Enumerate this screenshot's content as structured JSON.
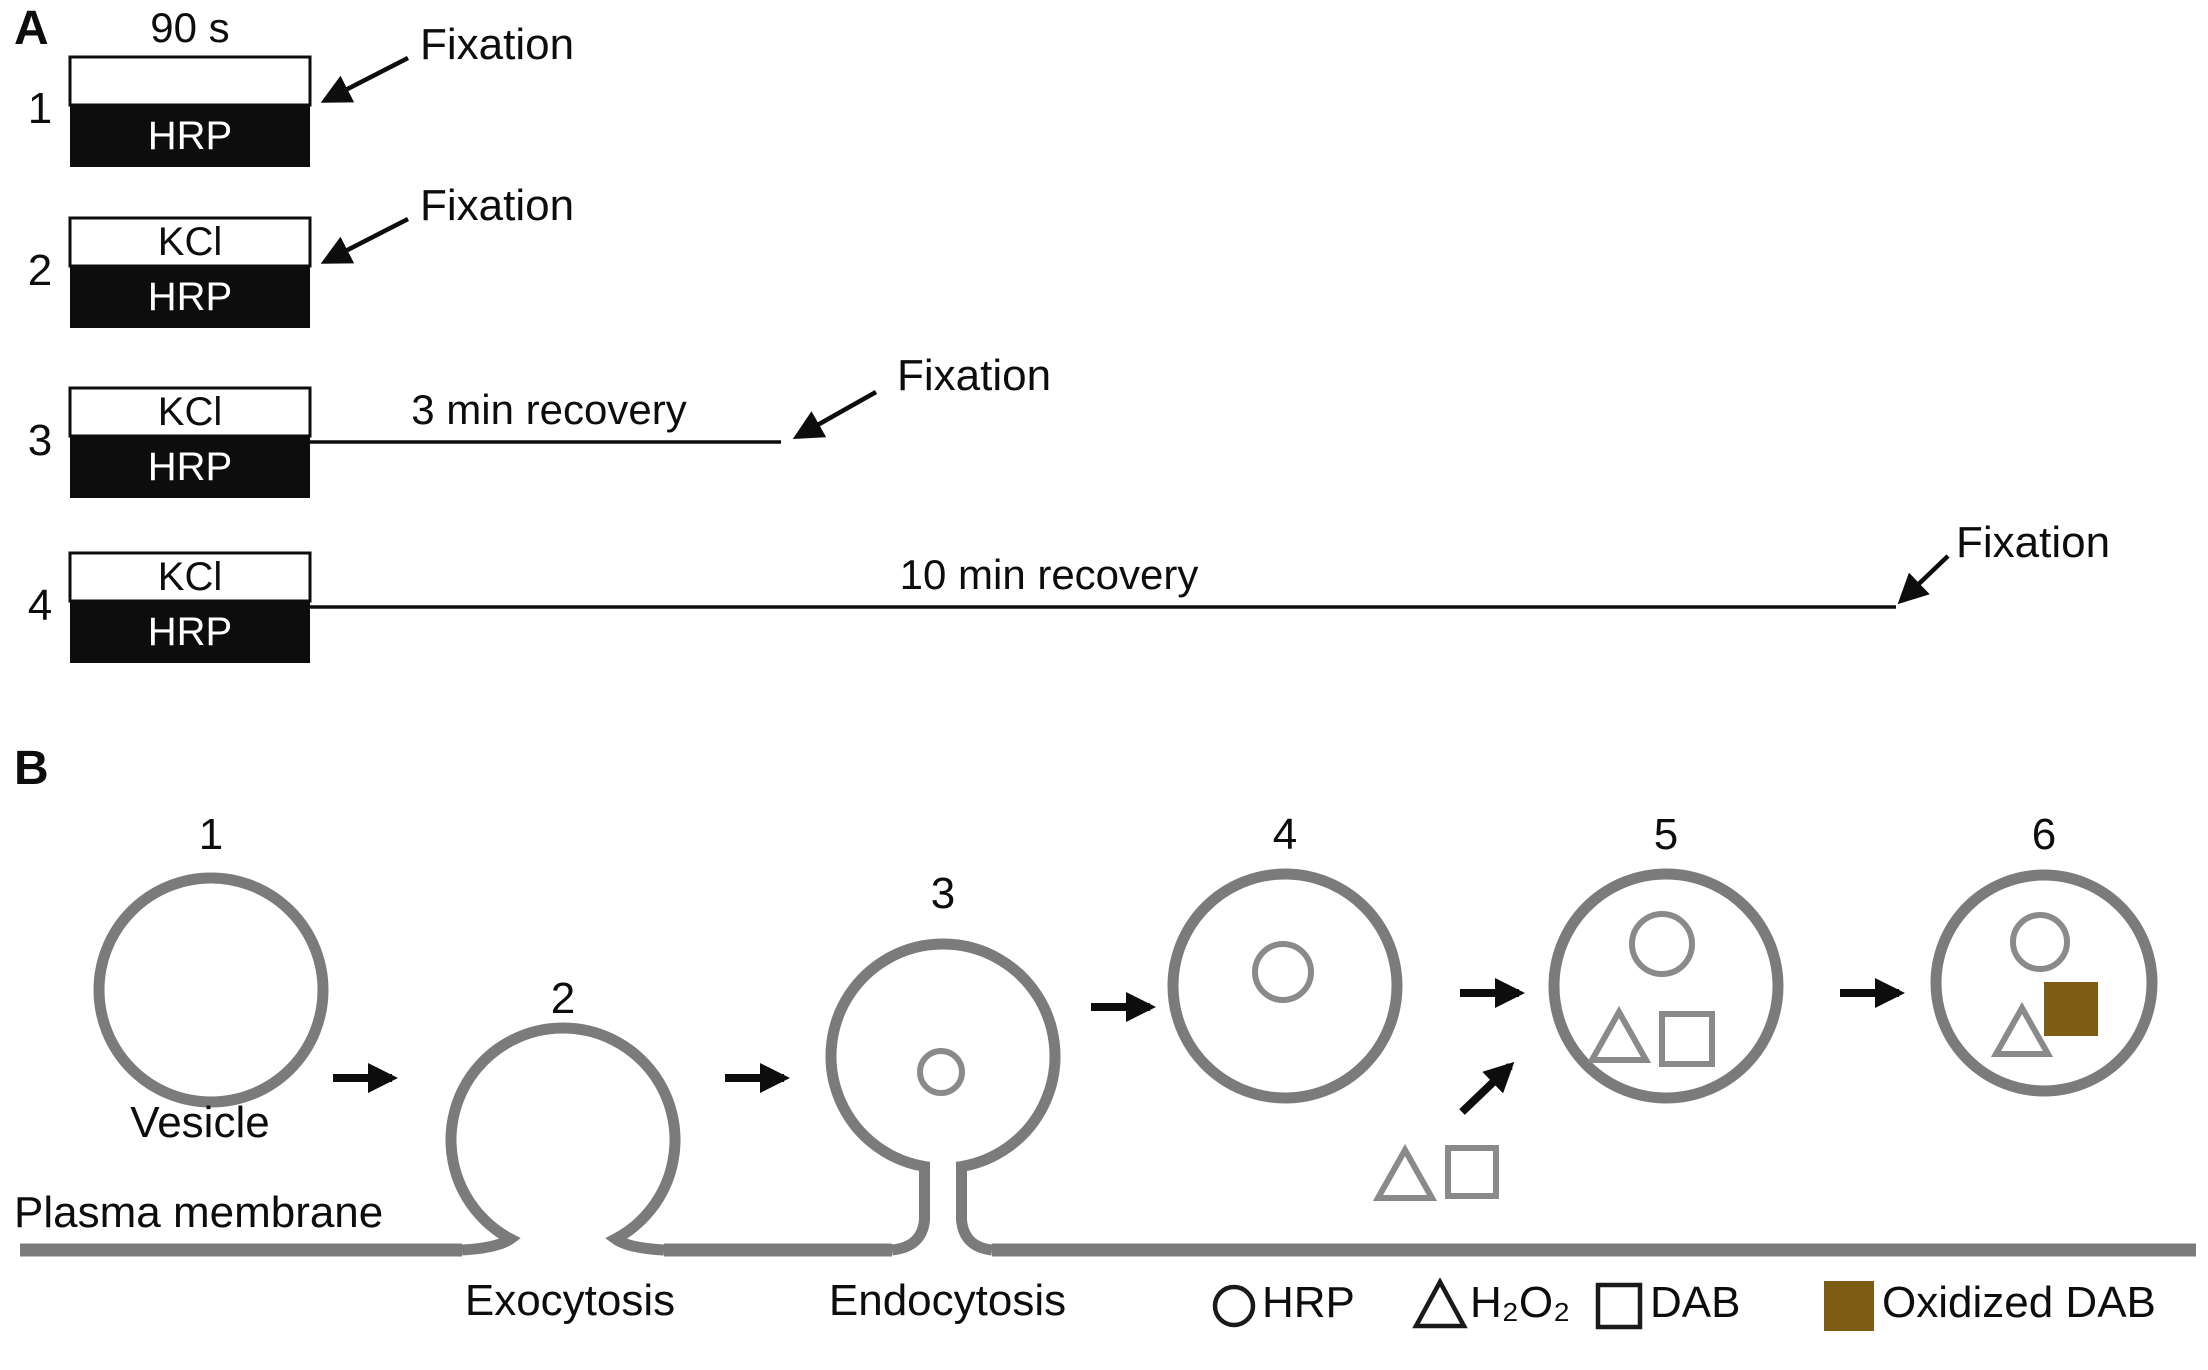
{
  "figure": {
    "panel_a_label": "A",
    "panel_b_label": "B"
  },
  "panel_a": {
    "rows": [
      {
        "number": "1",
        "above_box_label": "90 s",
        "stimulus_label": "",
        "tracer_label": "HRP",
        "recovery_label": "",
        "fixation_label": "Fixation"
      },
      {
        "number": "2",
        "above_box_label": "",
        "stimulus_label": "KCl",
        "tracer_label": "HRP",
        "recovery_label": "",
        "fixation_label": "Fixation"
      },
      {
        "number": "3",
        "above_box_label": "",
        "stimulus_label": "KCl",
        "tracer_label": "HRP",
        "recovery_label": "3 min recovery",
        "fixation_label": "Fixation"
      },
      {
        "number": "4",
        "above_box_label": "",
        "stimulus_label": "KCl",
        "tracer_label": "HRP",
        "recovery_label": "10 min recovery",
        "fixation_label": "Fixation"
      }
    ]
  },
  "panel_b": {
    "stage_numbers": [
      "1",
      "2",
      "3",
      "4",
      "5",
      "6"
    ],
    "vesicle_label": "Vesicle",
    "plasma_membrane_label": "Plasma membrane",
    "exocytosis_label": "Exocytosis",
    "endocytosis_label": "Endocytosis",
    "legend": {
      "hrp": {
        "symbol": "circle-outline",
        "label": "HRP"
      },
      "h2o2": {
        "symbol": "triangle-outline",
        "label": "H₂O₂"
      },
      "dab": {
        "symbol": "square-outline",
        "label": "DAB"
      },
      "oxidized_dab": {
        "symbol": "square-filled-brown",
        "label": "Oxidized DAB"
      }
    }
  },
  "colors": {
    "structure_gray": "#7b7b7b",
    "glyph_gray": "#8a8a8a",
    "ink_black": "#0d0d0d",
    "oxidized_dab_brown": "#7d5c14"
  }
}
